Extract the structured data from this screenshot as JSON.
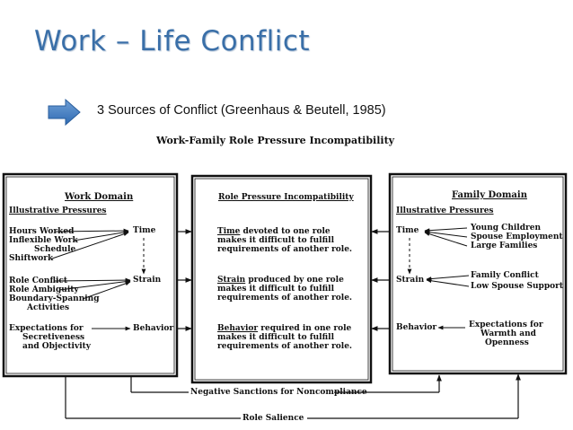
{
  "slide": {
    "title": "Work – Life Conflict",
    "bullet_icon": "right-arrow-icon",
    "bullet_text": "3 Sources of Conflict (Greenhaus & Beutell, 1985)"
  },
  "figure": {
    "title": "Work-Family Role Pressure Incompatibility",
    "work": {
      "heading": "Work Domain",
      "subheading": "Illustrative Pressures",
      "time_pressures": [
        "Hours Worked",
        "Inflexible Work",
        "Schedule",
        "Shiftwork"
      ],
      "strain_pressures": [
        "Role Conflict",
        "Role Ambiguity",
        "Boundary-Spanning",
        "Activities"
      ],
      "behavior_pressures": [
        "Expectations for",
        "Secretiveness",
        "and Objectivity"
      ],
      "time_label": "Time",
      "strain_label": "Strain",
      "behavior_label": "Behavior"
    },
    "middle": {
      "heading": "Role Pressure Incompatibility",
      "time_key": "Time",
      "time_desc": [
        " devoted to one role",
        "makes it difficult to fulfill",
        "requirements of another role."
      ],
      "strain_key": "Strain",
      "strain_desc": [
        " produced by one role",
        "makes it difficult to fulfill",
        "requirements of another role."
      ],
      "behavior_key": "Behavior",
      "behavior_desc": [
        " required in one role",
        "makes it difficult to fulfill",
        "requirements of another role."
      ]
    },
    "family": {
      "heading": "Family Domain",
      "subheading": "Illustrative Pressures",
      "time_label": "Time",
      "strain_label": "Strain",
      "behavior_label": "Behavior",
      "time_pressures": [
        "Young Children",
        "Spouse Employment",
        "Large Families"
      ],
      "strain_pressures": [
        "Family Conflict",
        "Low Spouse Support"
      ],
      "behavior_pressures": [
        "Expectations for",
        "Warmth and",
        "Openness"
      ]
    },
    "negative_sanctions": "Negative Sanctions for Noncompliance",
    "role_salience": "Role Salience"
  }
}
